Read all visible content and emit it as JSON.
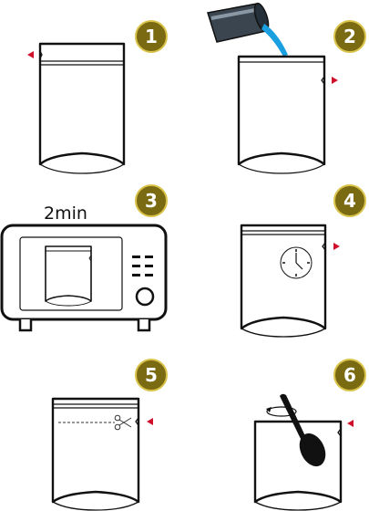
{
  "steps": [
    {
      "number": "1"
    },
    {
      "number": "2"
    },
    {
      "number": "3",
      "time_label": "2min"
    },
    {
      "number": "4"
    },
    {
      "number": "5"
    },
    {
      "number": "6"
    }
  ],
  "colors": {
    "badge_fill": "#7a6a12",
    "badge_ring": "#d9c34a",
    "notch_marker": "#d0102a",
    "water": "#1aa0e0",
    "cup": "#3a4550"
  },
  "icons": [
    "pouch-icon",
    "cup-icon",
    "water-stream-icon",
    "microwave-icon",
    "clock-icon",
    "scissors-icon",
    "spoon-icon",
    "rotate-arrow-icon"
  ]
}
